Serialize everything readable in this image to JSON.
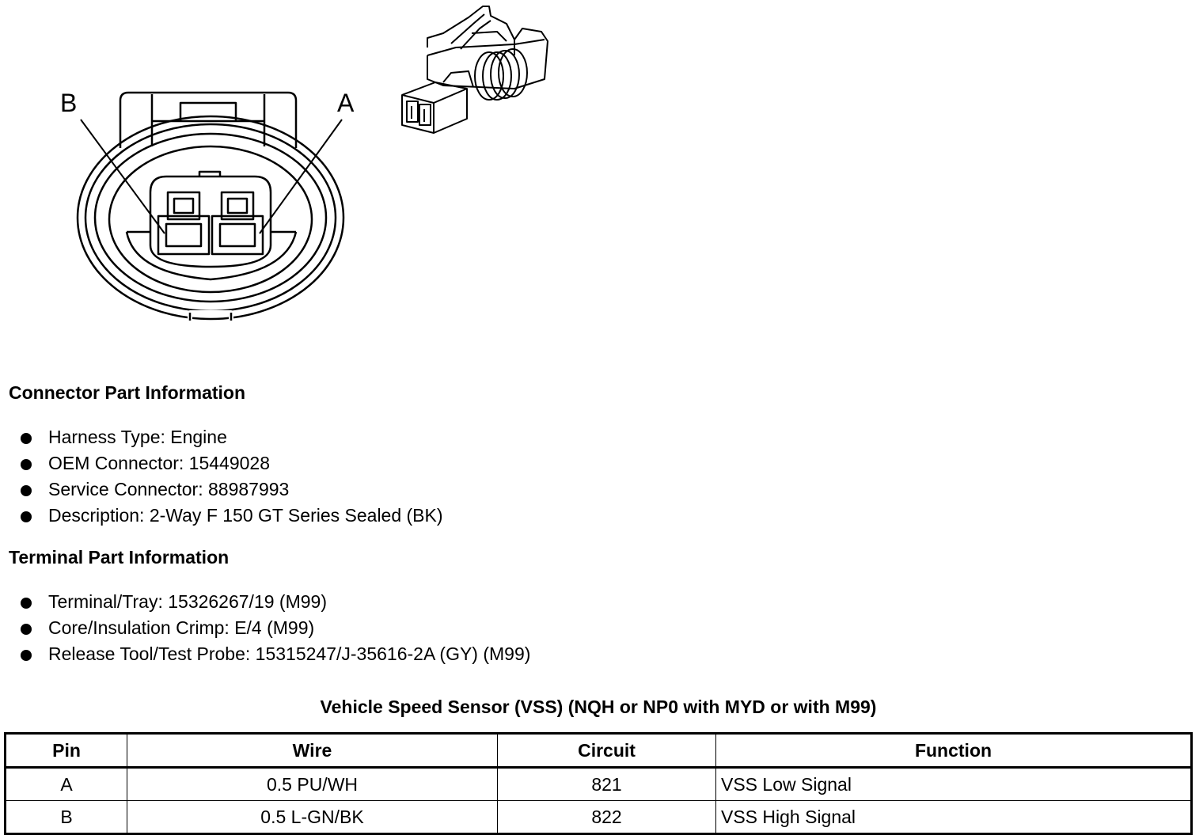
{
  "diagram": {
    "label_b": "B",
    "label_a": "A"
  },
  "connector_info": {
    "title": "Connector Part Information",
    "items": [
      "Harness Type: Engine",
      "OEM Connector: 15449028",
      "Service Connector: 88987993",
      "Description: 2-Way F 150 GT Series Sealed (BK)"
    ]
  },
  "terminal_info": {
    "title": "Terminal Part Information",
    "items": [
      "Terminal/Tray: 15326267/19 (M99)",
      "Core/Insulation Crimp: E/4 (M99)",
      "Release Tool/Test Probe: 15315247/J-35616-2A (GY) (M99)"
    ]
  },
  "table": {
    "title": "Vehicle Speed Sensor (VSS) (NQH or NP0 with MYD or with M99)",
    "headers": [
      "Pin",
      "Wire",
      "Circuit",
      "Function"
    ],
    "rows": [
      [
        "A",
        "0.5 PU/WH",
        "821",
        "VSS Low Signal"
      ],
      [
        "B",
        "0.5 L-GN/BK",
        "822",
        "VSS High Signal"
      ]
    ]
  }
}
